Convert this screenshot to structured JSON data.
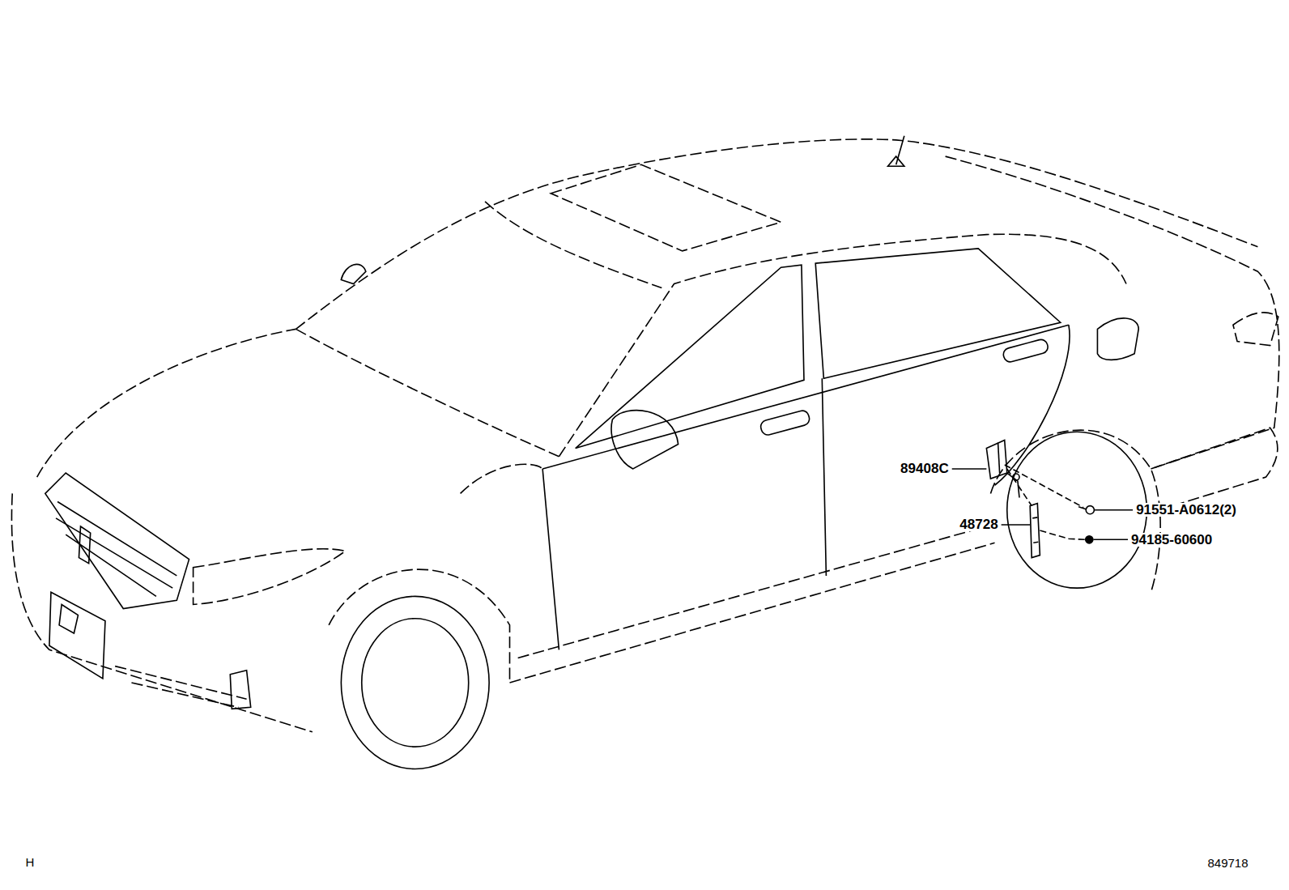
{
  "diagram": {
    "labels": [
      "89408C",
      "48728",
      "91551-A0612(2)",
      "94185-60600",
      "H",
      "849718"
    ]
  }
}
